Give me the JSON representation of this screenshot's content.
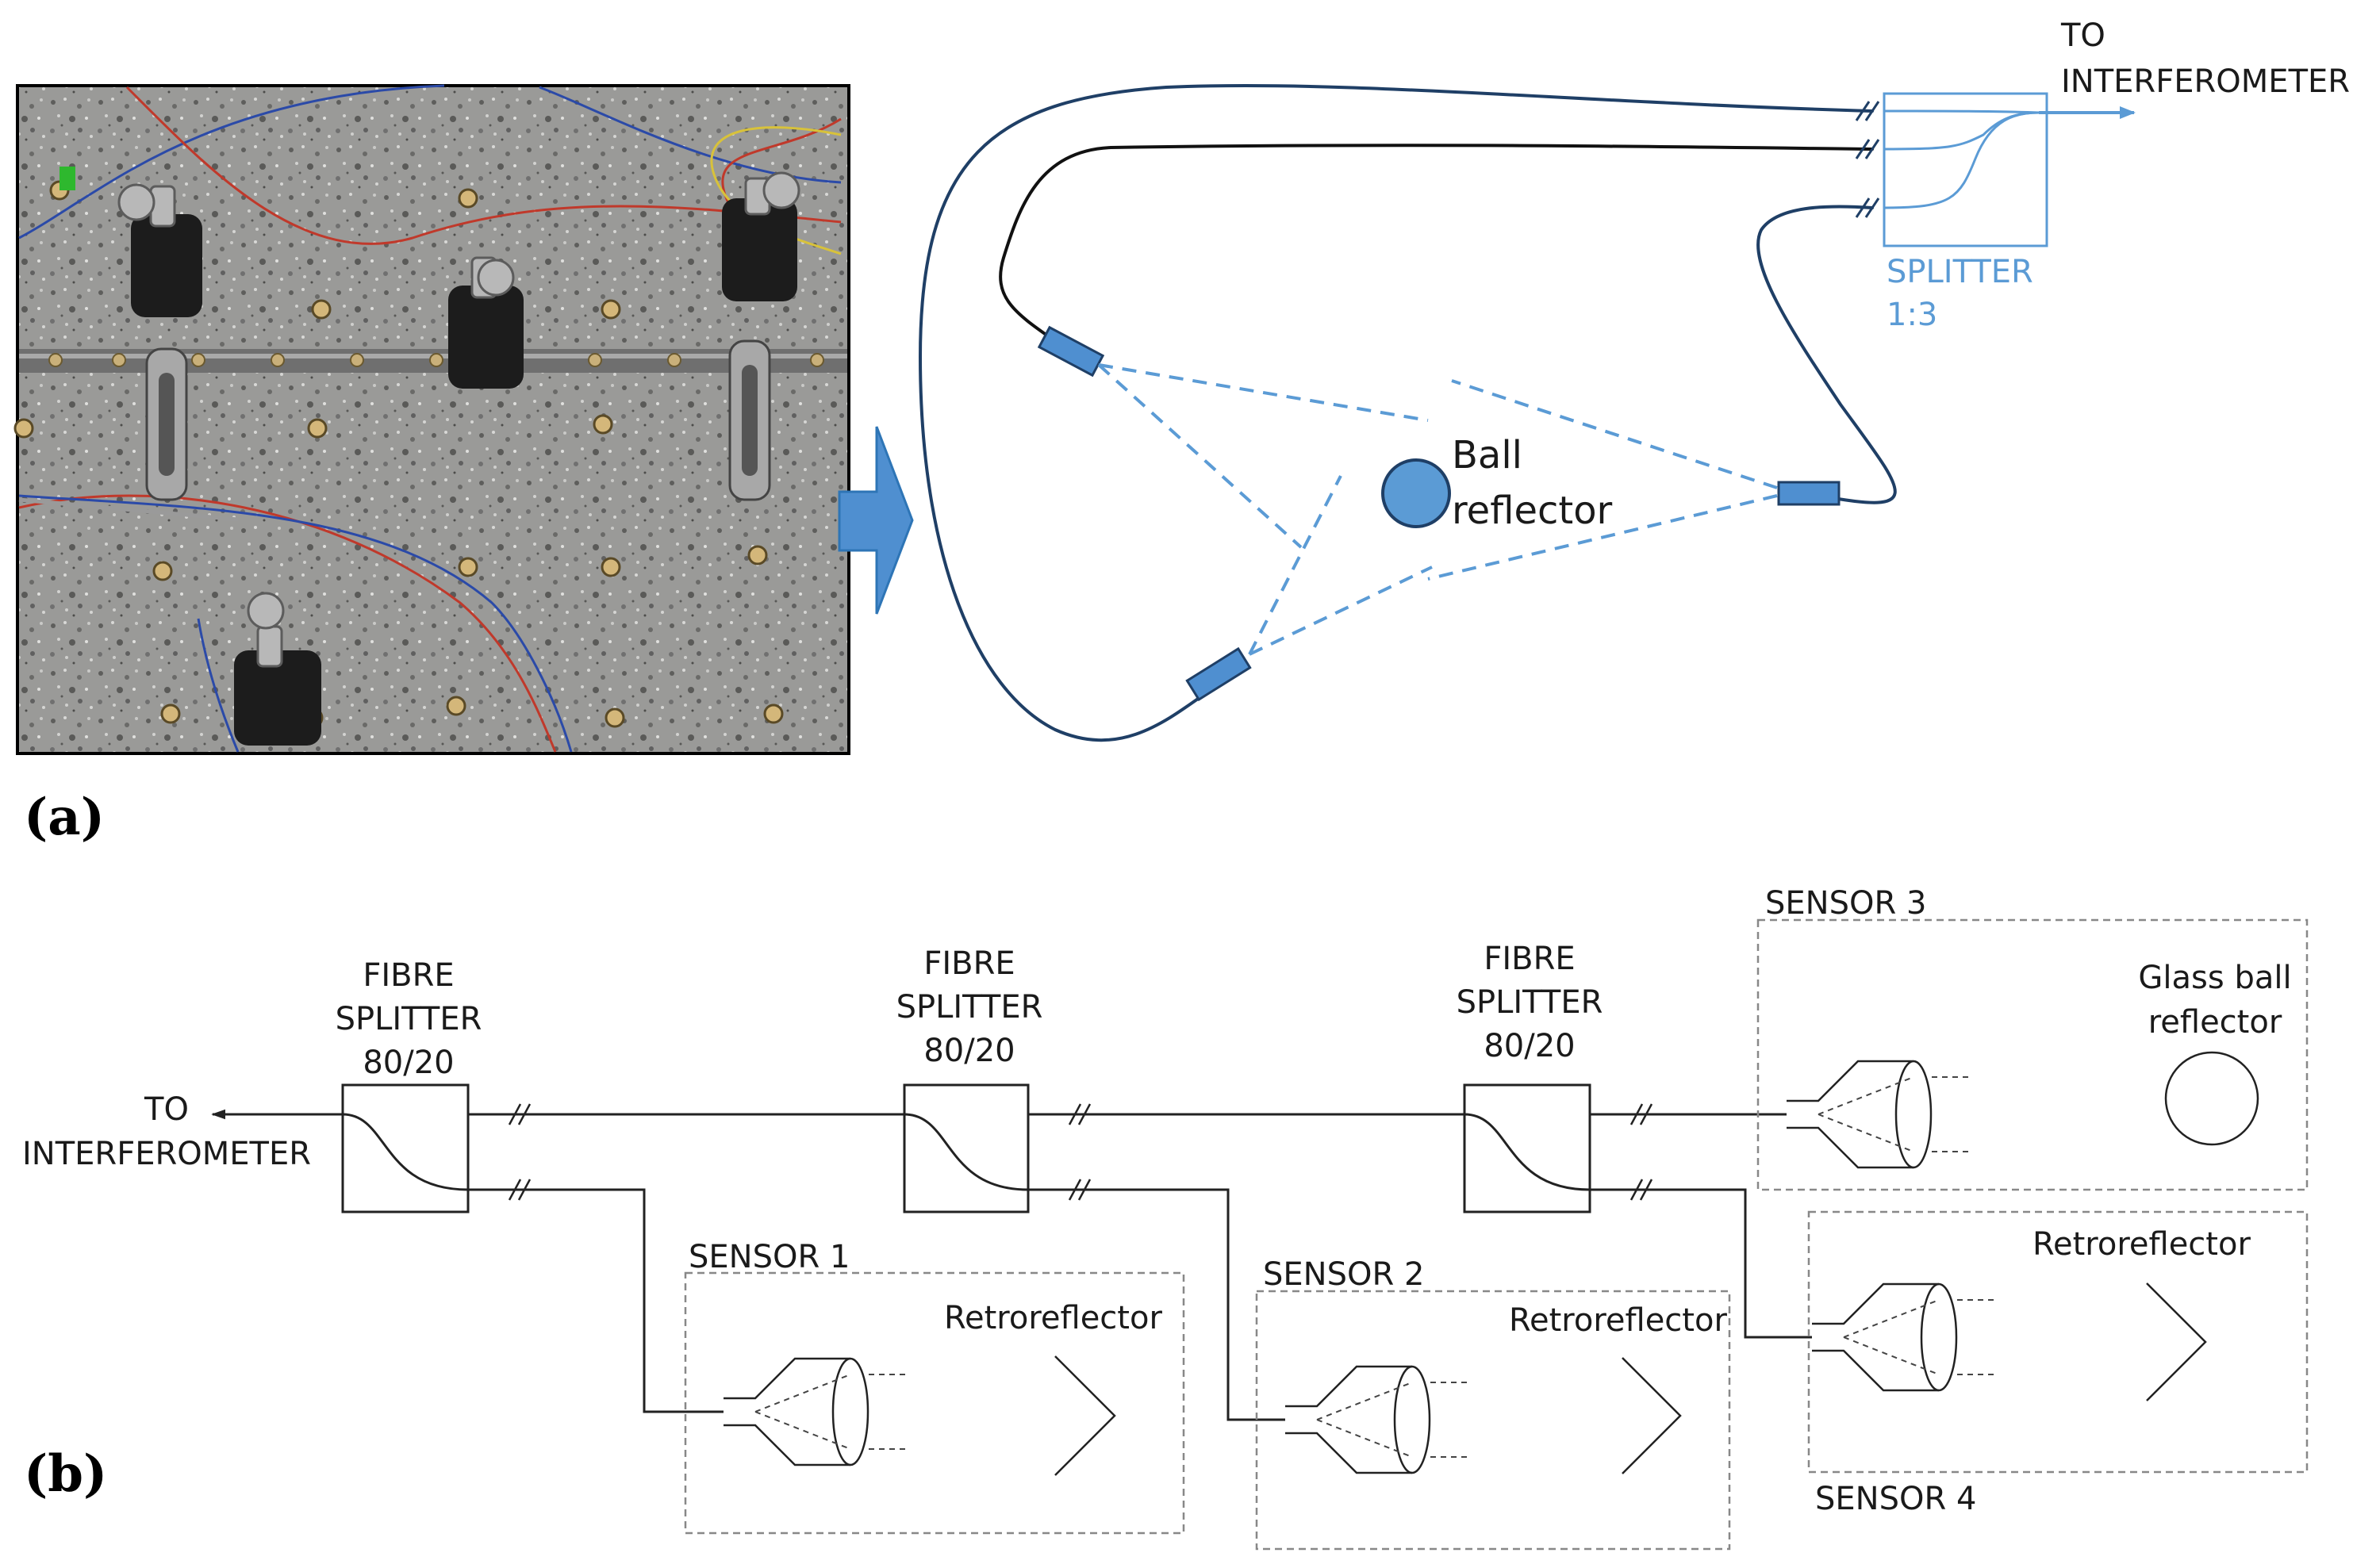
{
  "panel_a": {
    "label": "(a)",
    "top_label_line1": "TO",
    "top_label_line2": "INTERFEROMETER",
    "splitter_line1": "SPLITTER",
    "splitter_line2": "1:3",
    "ball_line1": "Ball",
    "ball_line2": "reflector"
  },
  "panel_b": {
    "label": "(b)",
    "to_line1": "TO",
    "to_line2": "INTERFEROMETER",
    "splitters": [
      {
        "line1": "FIBRE",
        "line2": "SPLITTER",
        "line3": "80/20"
      },
      {
        "line1": "FIBRE",
        "line2": "SPLITTER",
        "line3": "80/20"
      },
      {
        "line1": "FIBRE",
        "line2": "SPLITTER",
        "line3": "80/20"
      }
    ],
    "sensor1": {
      "title": "SENSOR 1",
      "target": "Retroreflector"
    },
    "sensor2": {
      "title": "SENSOR 2",
      "target": "Retroreflector"
    },
    "sensor3": {
      "title": "SENSOR 3",
      "target_line1": "Glass ball",
      "target_line2": "reflector"
    },
    "sensor4": {
      "title": "SENSOR 4",
      "target": "Retroreflector"
    }
  },
  "colors": {
    "fibre_dark": "#1f3f66",
    "accent_blue": "#5b9bd5",
    "block_blue": "#4f8fd0",
    "line_black": "#222222"
  }
}
